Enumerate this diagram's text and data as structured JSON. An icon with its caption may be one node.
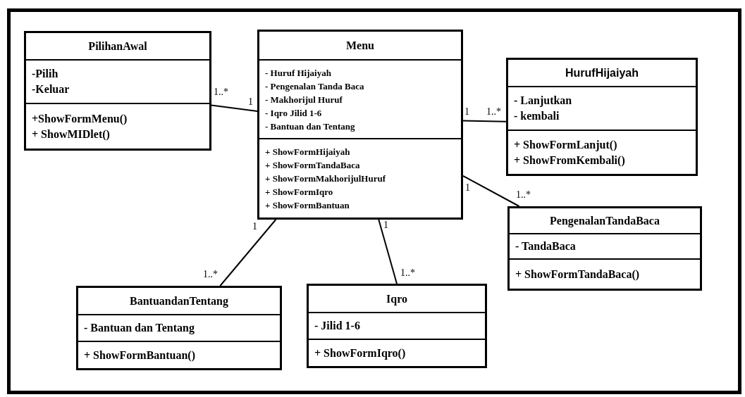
{
  "diagram": {
    "nodes": [
      {
        "text": [
          "PilihanAwal"
        ]
      },
      {
        "text": [
          "-Pilih",
          "-Keluar"
        ],
        "in": 0
      },
      {
        "text": [
          "+ShowFormMenu()",
          "+ ShowMIDlet()"
        ],
        "in": 0
      },
      {
        "text": [
          "Menu"
        ]
      },
      {
        "text": [
          "- Huruf Hijaiyah",
          "- Pengenalan Tanda Baca",
          "- Makhorijul Huruf",
          "- Iqro Jilid 1-6",
          "- Bantuan dan Tentang"
        ],
        "in": 3
      },
      {
        "text": [
          "+ ShowFormHijaiyah",
          "+ ShowFormTandaBaca",
          "+ ShowFormMakhorijulHuruf",
          "+ ShowFormIqro",
          "+ ShowFormBantuan"
        ],
        "in": 3
      },
      {
        "text": [
          "HurufHijaiyah"
        ]
      },
      {
        "text": [
          "- Lanjutkan",
          "- kembali"
        ],
        "in": 6
      },
      {
        "text": [
          "+ ShowFormLanjut()",
          "+ ShowFromKembali()"
        ],
        "in": 6
      },
      {
        "text": [
          "PengenalanTandaBaca"
        ]
      },
      {
        "text": [
          "- TandaBaca"
        ],
        "in": 9
      },
      {
        "text": [
          "+ ShowFormTandaBaca()"
        ],
        "in": 9
      },
      {
        "text": [
          "BantuandanTentang"
        ]
      },
      {
        "text": [
          "- Bantuan dan Tentang"
        ],
        "in": 12
      },
      {
        "text": [
          "+ ShowFormBantuan()"
        ],
        "in": 12
      },
      {
        "text": [
          "Iqro"
        ]
      },
      {
        "text": [
          "- Jilid 1-6"
        ],
        "in": 15
      },
      {
        "text": [
          "+ ShowFormIqro()"
        ],
        "in": 15
      }
    ],
    "edges": [
      {
        "from": 0,
        "to": 3,
        "arrow": "none"
      },
      {
        "from": 3,
        "to": 6,
        "arrow": "none"
      },
      {
        "from": 3,
        "to": 9,
        "arrow": "none"
      },
      {
        "from": 3,
        "to": 12,
        "arrow": "none"
      },
      {
        "from": 3,
        "to": 15,
        "arrow": "none"
      }
    ],
    "labels": [
      "1..*",
      "1",
      "1",
      "1..*",
      "1",
      "1..*",
      "1",
      "1",
      "1..*",
      "1..*"
    ]
  }
}
